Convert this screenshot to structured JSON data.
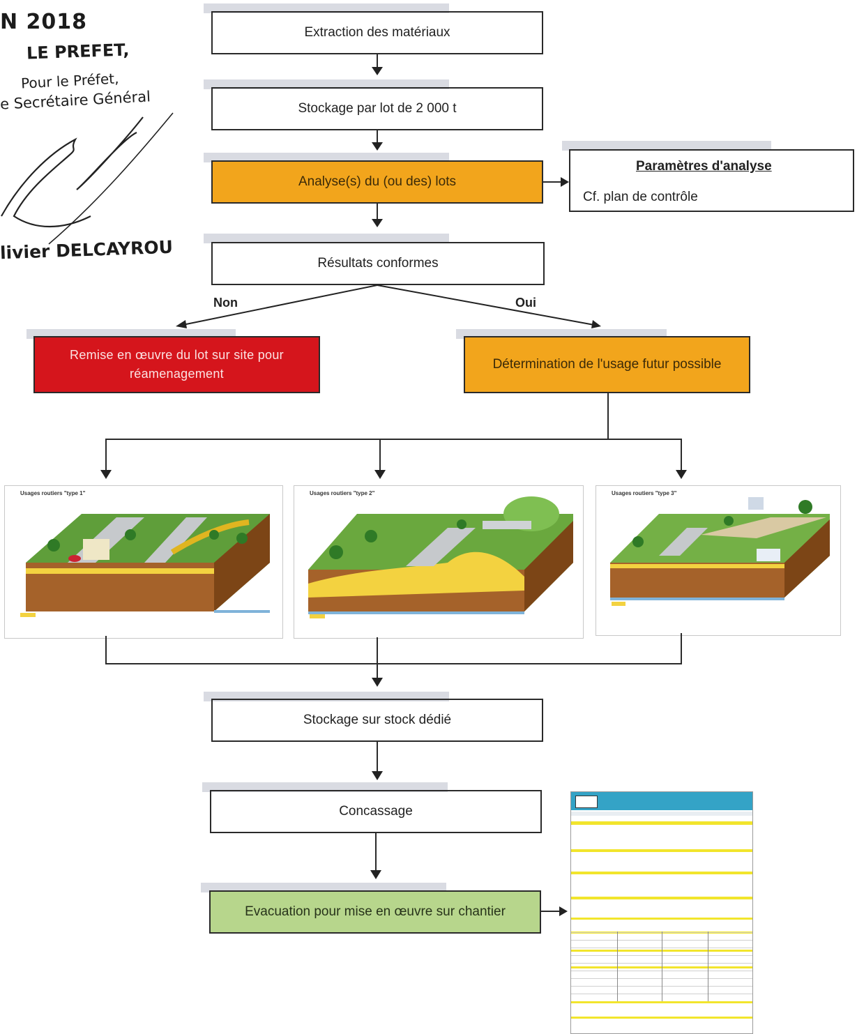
{
  "stamp": {
    "date_fragment": "N 2018",
    "line1": "LE PREFET,",
    "line2": "Pour le Préfet,",
    "line3": "e Secrétaire Général",
    "name": "livier DELCAYROU"
  },
  "boxes": {
    "extraction": "Extraction des matériaux",
    "stockage_lot": "Stockage par lot de 2 000 t",
    "analyse": "Analyse(s) du (ou des) lots",
    "resultats": "Résultats conformes",
    "remise": "Remise en œuvre du lot sur site pour réamenagement",
    "determination": "Détermination de l'usage futur possible",
    "stockage_dedie": "Stockage sur stock dédié",
    "concassage": "Concassage",
    "evacuation": "Evacuation pour mise en œuvre sur chantier"
  },
  "parametres": {
    "title": "Paramètres d'analyse",
    "text": "Cf. plan de contrôle"
  },
  "branches": {
    "non": "Non",
    "oui": "Oui"
  },
  "scenes": [
    {
      "title": "Usages routiers \"type 1\""
    },
    {
      "title": "Usages routiers \"type 2\""
    },
    {
      "title": "Usages routiers \"type 3\""
    }
  ],
  "colors": {
    "orange": "#f2a51c",
    "red": "#d5151c",
    "green": "#b7d68c",
    "shadow": "#d9dbe2",
    "form_header": "#34a3c6",
    "form_lines": "#f2e52c"
  }
}
